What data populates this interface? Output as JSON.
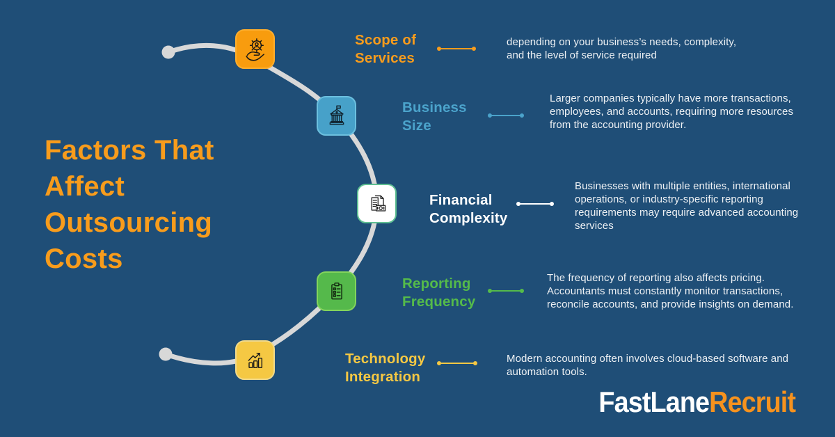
{
  "background_color": "#1F4E77",
  "title": {
    "full": "Factors That Affect Outsourcing Costs",
    "lines": [
      "Factors That",
      "Affect",
      "Outsourcing",
      "Costs"
    ],
    "color": "#F89C1C"
  },
  "factors": [
    {
      "label": "Scope of Services",
      "description": "depending on your business’s needs, complexity, and the level of service required",
      "color": "#F89C1C",
      "tile_color": "#F89C0E",
      "icon": "hand-gear-person-icon"
    },
    {
      "label": "Business Size",
      "description": "Larger companies typically have more transactions, employees, and accounts, requiring more resources from the accounting provider.",
      "color": "#4BA3CB",
      "tile_color": "#47A1C9",
      "icon": "bank-building-icon"
    },
    {
      "label": "Financial Complexity",
      "description": "Businesses with multiple entities, international operations, or industry-specific reporting requirements may require advanced accounting services",
      "color": "#FFFFFF",
      "tile_color": "#FFFFFF",
      "icon": "invoice-money-icon"
    },
    {
      "label": "Reporting Frequency",
      "description": "The frequency of reporting also affects pricing. Accountants must constantly monitor transactions, reconcile accounts, and provide insights on demand.",
      "color": "#55BB4A",
      "tile_color": "#55B94B",
      "icon": "checklist-clipboard-icon"
    },
    {
      "label": "Technology Integration",
      "description": "Modern accounting often involves cloud-based software and automation tools.",
      "color": "#F5C843",
      "tile_color": "#F5C843",
      "icon": "bar-chart-growth-icon"
    }
  ],
  "arc_color": "#D8D8D8",
  "logo": {
    "part1": "FastLane",
    "part2": "Recruit",
    "part1_color": "#FFFFFF",
    "part2_color": "#F6921E"
  }
}
